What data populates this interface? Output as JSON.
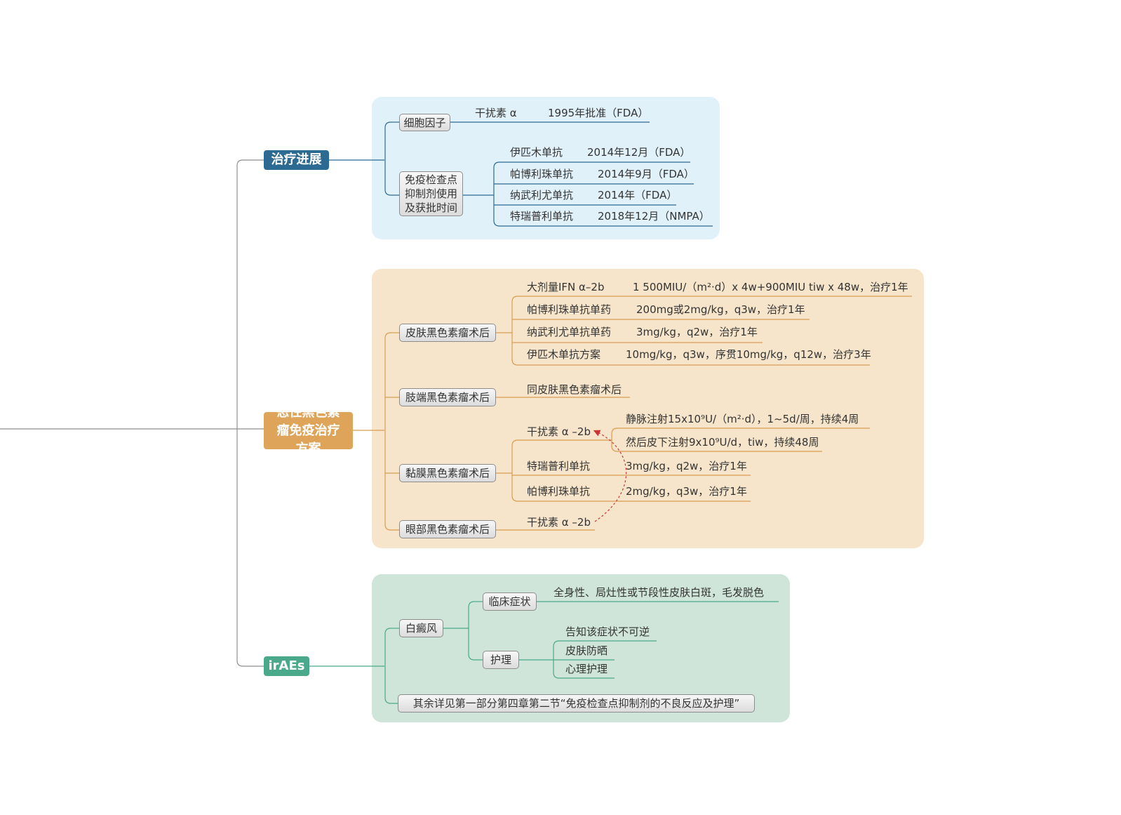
{
  "colors": {
    "blue_main": "#2c6a93",
    "blue_panel": "#e1f1fa",
    "orange_main": "#dea55a",
    "orange_panel": "#f6e5cb",
    "green_main": "#4aa98a",
    "green_panel": "#cfe5d9",
    "dashed_arrow": "#cc3333"
  },
  "topics": {
    "progress": "治疗进展",
    "scheme": "恶性黑色素瘤免疫治疗方案",
    "iraes": "irAEs"
  },
  "progress": {
    "cytokine": {
      "label": "细胞因子",
      "drug": "干扰素 α",
      "approval": "1995年批准（FDA）"
    },
    "icis": {
      "label": "免疫检查点抑制剂使用及获批时间",
      "items": [
        {
          "drug": "伊匹木单抗",
          "approval": "2014年12月（FDA）"
        },
        {
          "drug": "帕博利珠单抗",
          "approval": "2014年9月（FDA）"
        },
        {
          "drug": "纳武利尤单抗",
          "approval": "2014年（FDA）"
        },
        {
          "drug": "特瑞普利单抗",
          "approval": "2018年12月（NMPA）"
        }
      ]
    }
  },
  "scheme": {
    "skin": {
      "label": "皮肤黑色素瘤术后",
      "items": [
        {
          "drug": "大剂量IFN α–2b",
          "regimen": "1 500MIU/（m²·d）x 4w+900MIU tiw x 48w，治疗1年"
        },
        {
          "drug": "帕博利珠单抗单药",
          "regimen": "200mg或2mg/kg，q3w，治疗1年"
        },
        {
          "drug": "纳武利尤单抗单药",
          "regimen": "3mg/kg，q2w，治疗1年"
        },
        {
          "drug": "伊匹木单抗方案",
          "regimen": "10mg/kg，q3w，序贯10mg/kg，q12w，治疗3年"
        }
      ]
    },
    "acral": {
      "label": "肢端黑色素瘤术后",
      "note": "同皮肤黑色素瘤术后"
    },
    "mucosal": {
      "label": "黏膜黑色素瘤术后",
      "ifn": {
        "drug": "干扰素 α –2b",
        "regimen1": "静脉注射15x10⁹U/（m²·d），1~5d/周，持续4周",
        "regimen2": "然后皮下注射9x10⁹U/d，tiw，持续48周"
      },
      "items": [
        {
          "drug": "特瑞普利单抗",
          "regimen": "3mg/kg，q2w，治疗1年"
        },
        {
          "drug": "帕博利珠单抗",
          "regimen": "2mg/kg，q3w，治疗1年"
        }
      ]
    },
    "ocular": {
      "label": "眼部黑色素瘤术后",
      "drug": "干扰素 α –2b"
    }
  },
  "iraes": {
    "vitiligo": {
      "label": "白癜风",
      "symptoms_label": "临床症状",
      "symptoms": "全身性、局灶性或节段性皮肤白斑，毛发脱色",
      "care_label": "护理",
      "care_items": [
        "告知该症状不可逆",
        "皮肤防晒",
        "心理护理"
      ]
    },
    "other": "其余详见第一部分第四章第二节“免疫检查点抑制剂的不良反应及护理”"
  }
}
